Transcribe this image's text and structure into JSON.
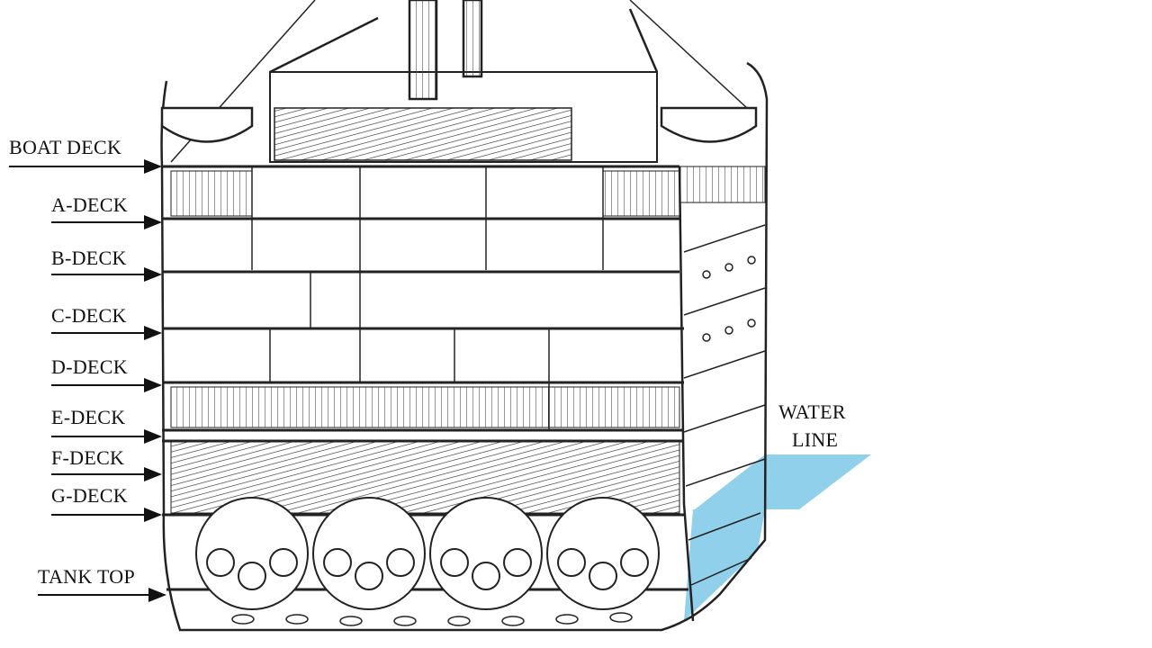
{
  "title": "Ship cross-section deck diagram",
  "decks": [
    {
      "label": "BOAT DECK"
    },
    {
      "label": "A-DECK"
    },
    {
      "label": "B-DECK"
    },
    {
      "label": "C-DECK"
    },
    {
      "label": "D-DECK"
    },
    {
      "label": "E-DECK"
    },
    {
      "label": "F-DECK"
    },
    {
      "label": "G-DECK"
    },
    {
      "label": "TANK TOP"
    }
  ],
  "waterline": {
    "line1": "WATER",
    "line2": "LINE",
    "color": "#7ec8e8"
  }
}
